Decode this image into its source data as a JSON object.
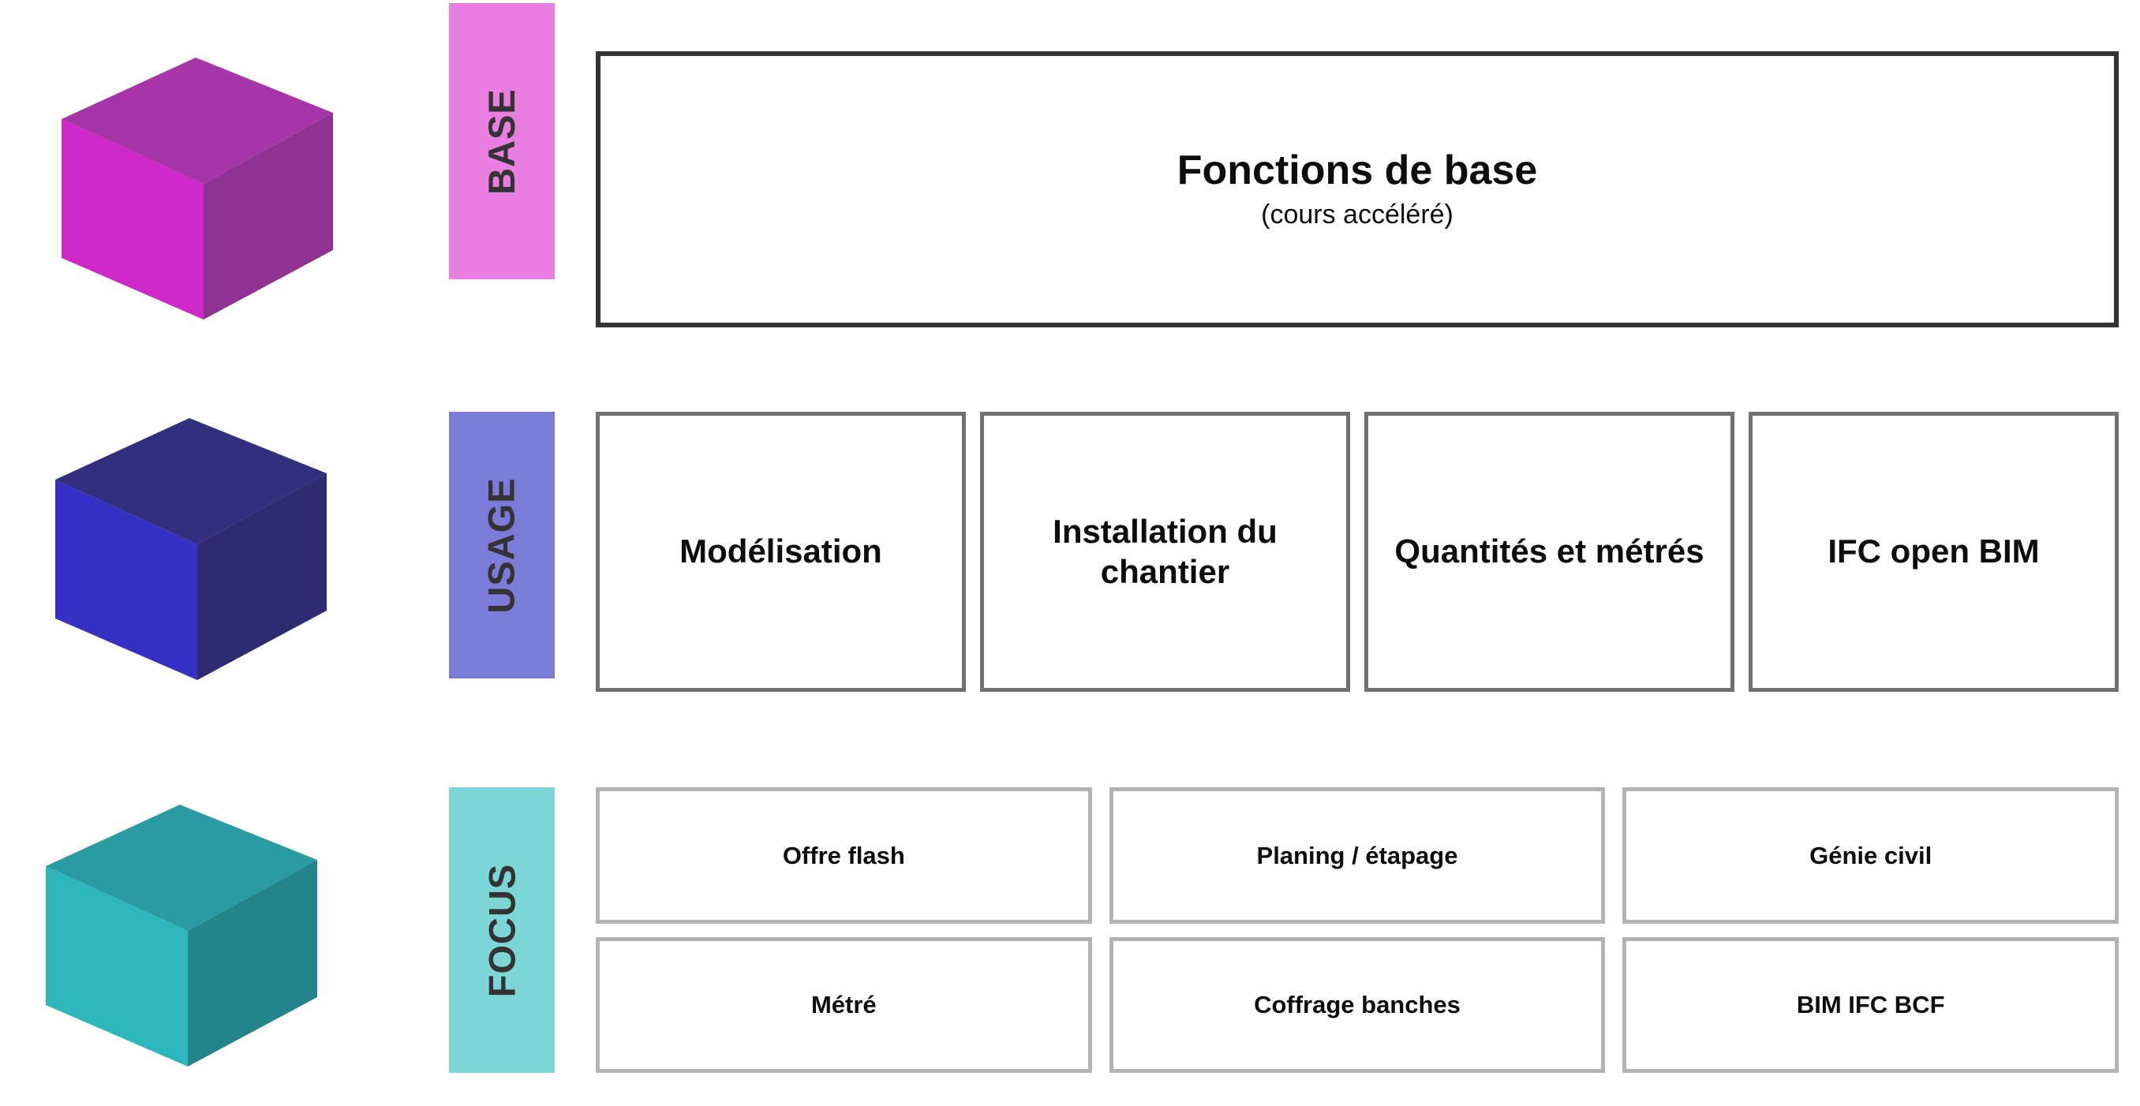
{
  "colors": {
    "background": "#ffffff",
    "base_bar": "#e87fe0",
    "base_cube_front": "#ce28c8",
    "base_cube_top": "#a635a8",
    "base_cube_side": "#8e3392",
    "base_box_border": "#333333",
    "usage_bar": "#7b7bd8",
    "usage_cube_front": "#3730c4",
    "usage_cube_top": "#322f7e",
    "usage_cube_side": "#2e2b73",
    "usage_box_border": "#717171",
    "focus_bar": "#7dd6d6",
    "focus_cube_front": "#2db7bd",
    "focus_cube_top": "#2a9ba3",
    "focus_cube_side": "#23848c",
    "focus_box_border": "#b3b3b3",
    "text": "#0d0d0d",
    "bar_text": "#333333"
  },
  "rows": [
    {
      "id": "base",
      "cube_icon": "cube-3d-icon",
      "bar_label": "BASE",
      "box": {
        "title": "Fonctions de base",
        "subtitle": "(cours accéléré)"
      }
    },
    {
      "id": "usage",
      "cube_icon": "cube-3d-icon",
      "bar_label": "USAGE",
      "boxes": [
        {
          "label": "Modélisation"
        },
        {
          "label": "Installation du chantier"
        },
        {
          "label": "Quantités et métrés"
        },
        {
          "label": "IFC open BIM"
        }
      ]
    },
    {
      "id": "focus",
      "cube_icon": "cube-3d-icon",
      "bar_label": "FOCUS",
      "boxes": [
        {
          "label": "Offre flash"
        },
        {
          "label": "Planing / étapage"
        },
        {
          "label": "Génie civil"
        },
        {
          "label": "Métré"
        },
        {
          "label": "Coffrage banches"
        },
        {
          "label": "BIM IFC BCF"
        }
      ]
    }
  ]
}
